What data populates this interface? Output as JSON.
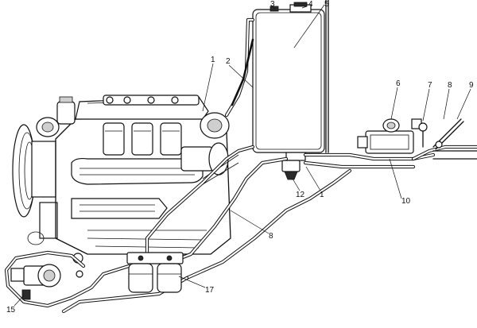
{
  "callouts": {
    "c1a": "1",
    "c1b": "1",
    "c2": "2",
    "c3": "3",
    "c4": "4",
    "c5": "5",
    "c6": "6",
    "c7": "7",
    "c8a": "8",
    "c8b": "8",
    "c9": "9",
    "c10": "10",
    "c12": "12",
    "c15": "15",
    "c17": "17"
  }
}
